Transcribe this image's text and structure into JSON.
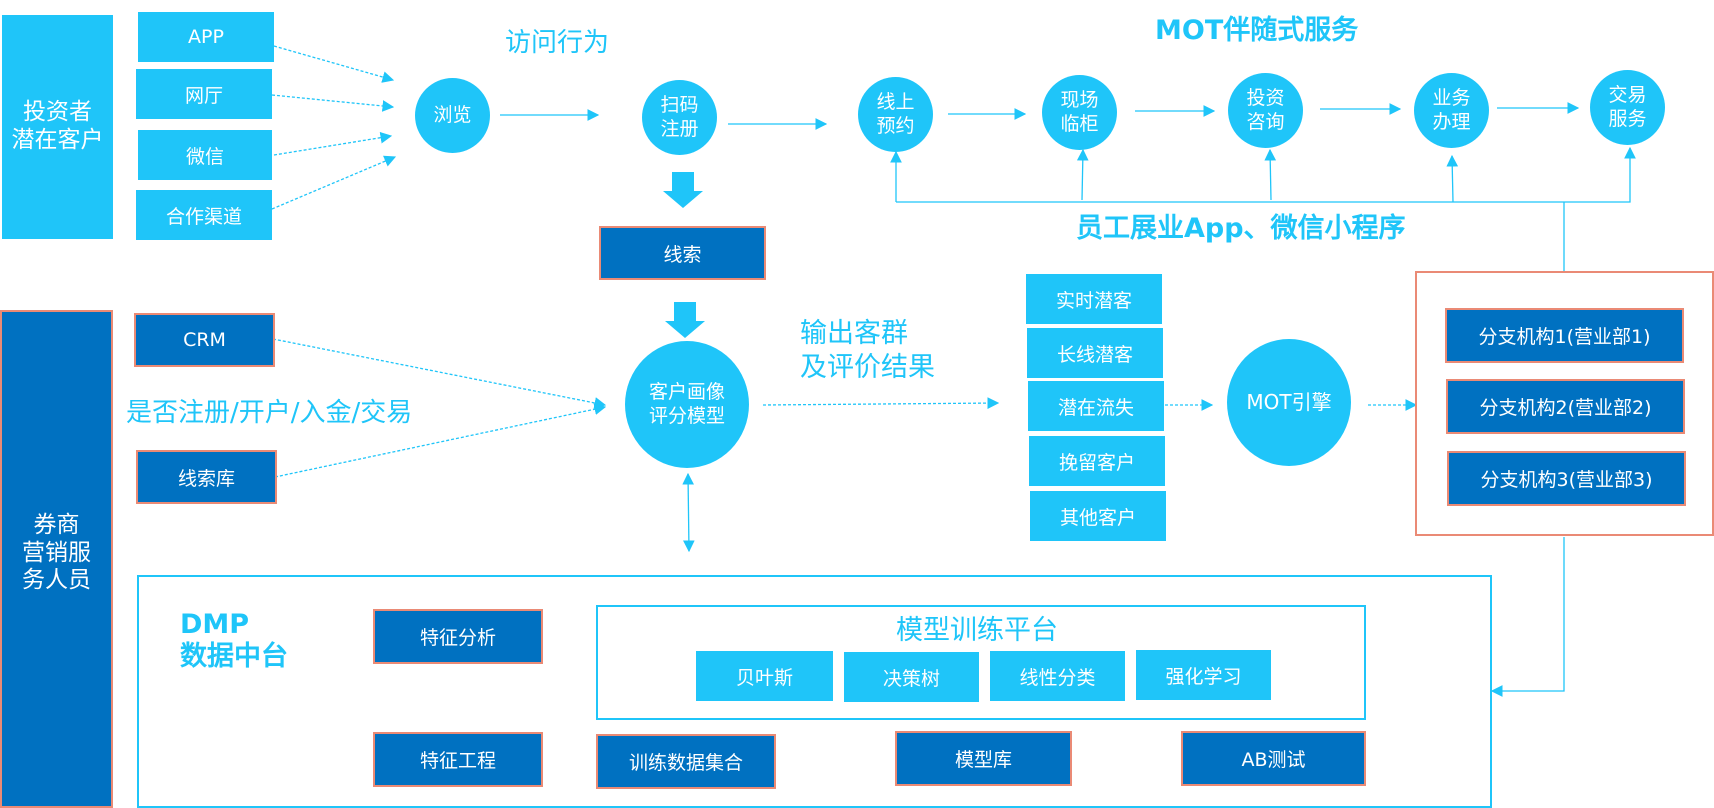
{
  "investor": {
    "label": "投资者\n潜在客户"
  },
  "channels": [
    {
      "label": "APP"
    },
    {
      "label": "网厅"
    },
    {
      "label": "微信"
    },
    {
      "label": "合作渠道"
    }
  ],
  "visit_label": "访问行为",
  "browse": "浏览",
  "scan_register": "扫码\n注册",
  "lead": "线索",
  "mot_title": "MOT伴随式服务",
  "mot_steps": [
    {
      "label": "线上\n预约"
    },
    {
      "label": "现场\n临柜"
    },
    {
      "label": "投资\n咨询"
    },
    {
      "label": "业务\n办理"
    },
    {
      "label": "交易\n服务"
    }
  ],
  "staff_app": "员工展业App、微信小程序",
  "broker": {
    "label": "券商\n营销服\n务人员"
  },
  "crm": "CRM",
  "lead_lib": "线索库",
  "status_question": "是否注册/开户/入金/交易",
  "model": "客户画像\n评分模型",
  "output_label": "输出客群\n及评价结果",
  "segments": [
    {
      "label": "实时潜客"
    },
    {
      "label": "长线潜客"
    },
    {
      "label": "潜在流失"
    },
    {
      "label": "挽留客户"
    },
    {
      "label": "其他客户"
    }
  ],
  "mot_engine": "MOT引擎",
  "branches": [
    {
      "label": "分支机构1(营业部1)"
    },
    {
      "label": "分支机构2(营业部2)"
    },
    {
      "label": "分支机构3(营业部3)"
    }
  ],
  "dmp": {
    "title_line1": "DMP",
    "title_line2": "数据中台",
    "feature_analysis": "特征分析",
    "feature_engineering": "特征工程",
    "training_data": "训练数据集合",
    "model_lib": "模型库",
    "ab_test": "AB测试",
    "platform": {
      "title": "模型训练平台",
      "algorithms": [
        {
          "label": "贝叶斯"
        },
        {
          "label": "决策树"
        },
        {
          "label": "线性分类"
        },
        {
          "label": "强化学习"
        }
      ]
    }
  },
  "colors": {
    "light_blue": "#1fc5f9",
    "dark_blue": "#0071c1",
    "salmon_border": "#ea8a75"
  }
}
